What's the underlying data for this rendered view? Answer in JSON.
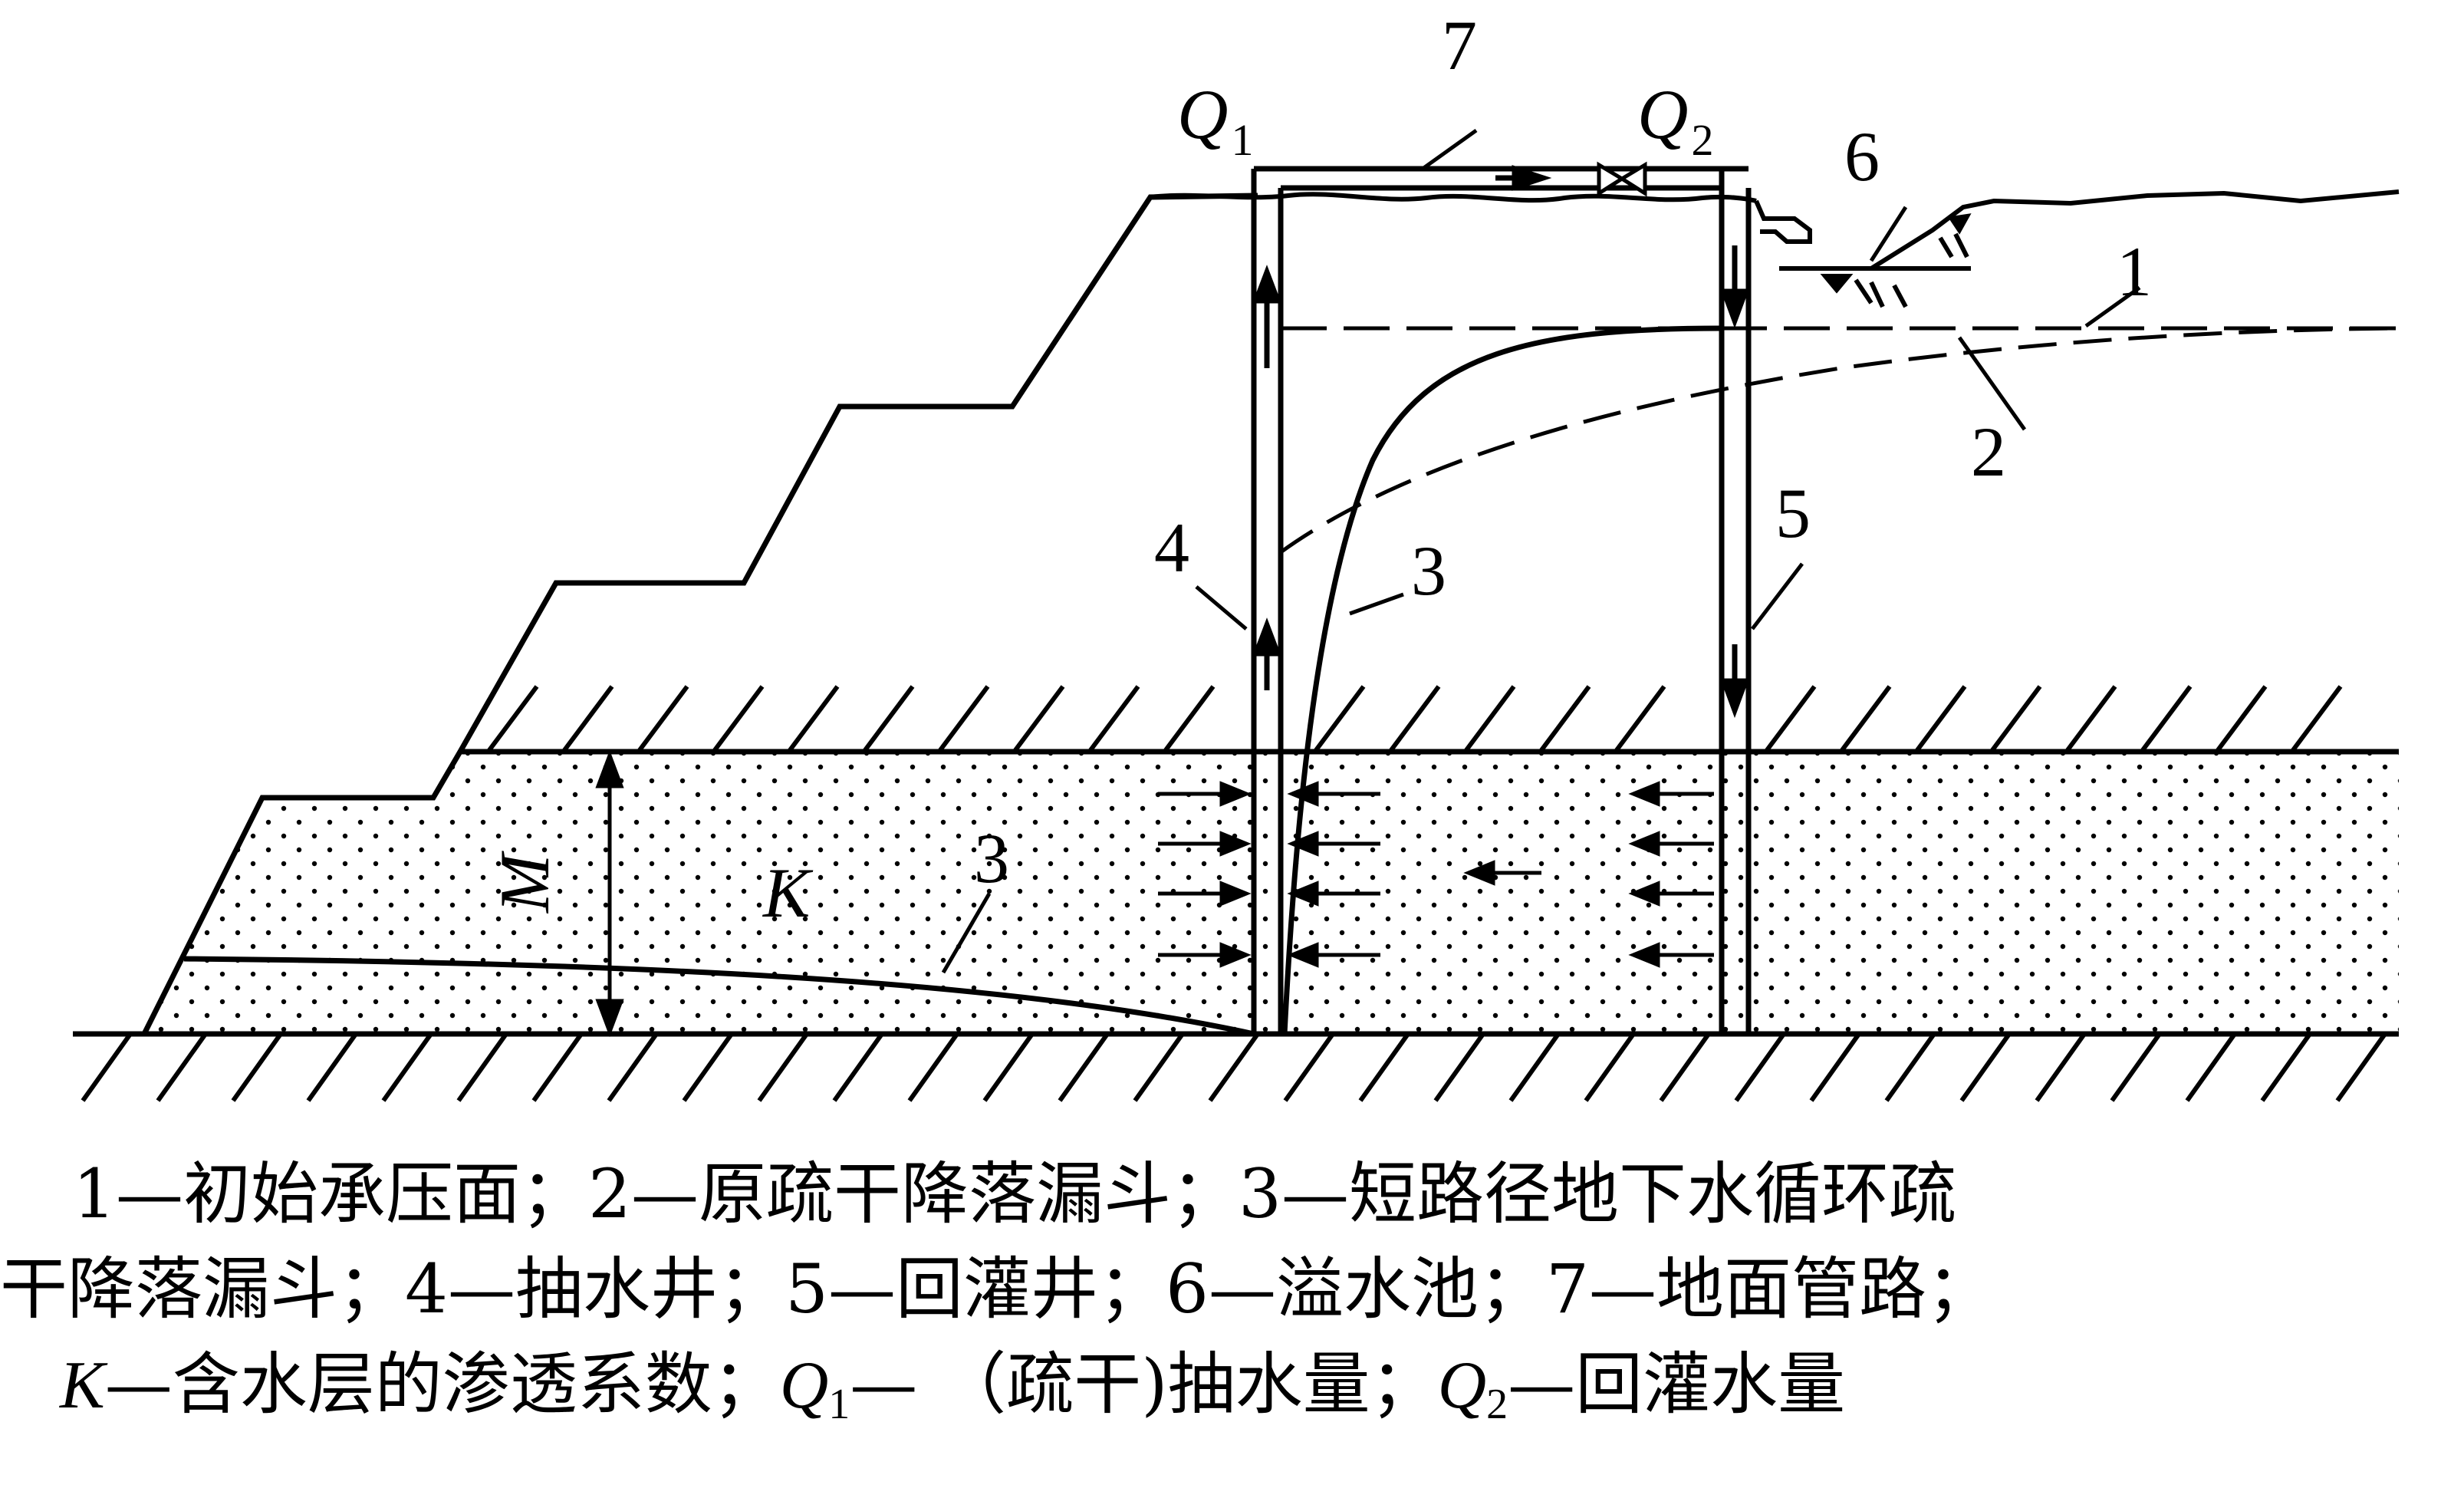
{
  "labels": {
    "initial_pressure_surface": "1",
    "original_drainage_funnel": "2",
    "short_path_funnel_upper": "3",
    "short_path_funnel_lower": "3",
    "pumping_well": "4",
    "recharge_well": "5",
    "overflow_pool": "6",
    "ground_pipeline": "7",
    "aquifer_thickness": "M",
    "permeability": "K",
    "q1_letter": "Q",
    "q1_sub": "1",
    "q2_letter": "Q",
    "q2_sub": "2"
  },
  "caption": {
    "line1": "1—初始承压面；2—原疏干降落漏斗；3—短路径地下水循环疏",
    "line2": "干降落漏斗；4—抽水井；5—回灌井；6—溢水池；7—地面管路；",
    "line3_k": "K",
    "line3_a": "—含水层的渗透系数；",
    "line3_q1": "Q",
    "line3_q1_sub": "1",
    "line3_b": "— （疏干)抽水量；",
    "line3_q2": "Q",
    "line3_q2_sub": "2",
    "line3_c": "—回灌水量"
  }
}
